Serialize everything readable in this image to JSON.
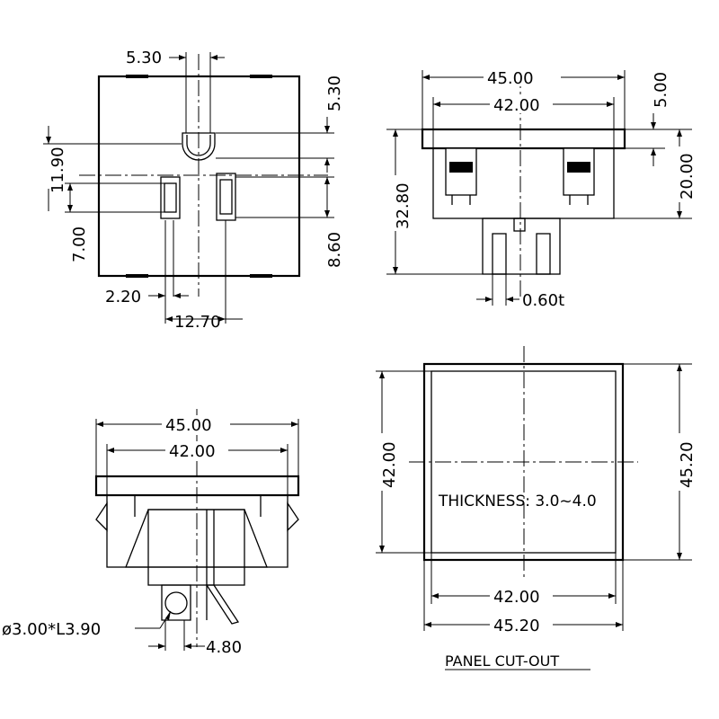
{
  "top_left": {
    "d1": "5.30",
    "d2": "5.30",
    "d3": "11.90",
    "d4": "7.00",
    "d5": "8.60",
    "d6": "2.20",
    "d7": "12.70"
  },
  "top_right": {
    "w_outer": "45.00",
    "w_inner": "42.00",
    "t_flange": "5.00",
    "h_body": "20.00",
    "h_total": "32.80",
    "t_pin": "0.60t"
  },
  "bottom_left": {
    "w_outer": "45.00",
    "w_inner": "42.00",
    "hole": "ø3.00*L3.90",
    "pin_gap": "4.80"
  },
  "cutout": {
    "h_inner": "42.00",
    "h_outer": "45.20",
    "w_inner": "42.00",
    "w_outer": "45.20",
    "thickness": "THICKNESS: 3.0~4.0",
    "caption": "PANEL CUT-OUT"
  }
}
